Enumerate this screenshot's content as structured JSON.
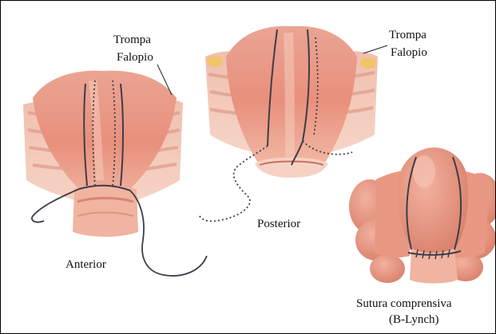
{
  "labels": {
    "trompa_left": "Trompa",
    "falopio_left": "Falopio",
    "trompa_right": "Trompa",
    "falopio_right": "Falopio",
    "posterior": "Posterior",
    "anterior": "Anterior",
    "sutura_line1": "Sutura comprensiva",
    "sutura_line2": "(B-Lynch)"
  },
  "colors": {
    "tissue": "#e59a86",
    "tissue_light": "#f3c2b2",
    "tissue_dark": "#c86e5c",
    "suture": "#3d3d49",
    "tube_yellow": "#f0c45a"
  }
}
